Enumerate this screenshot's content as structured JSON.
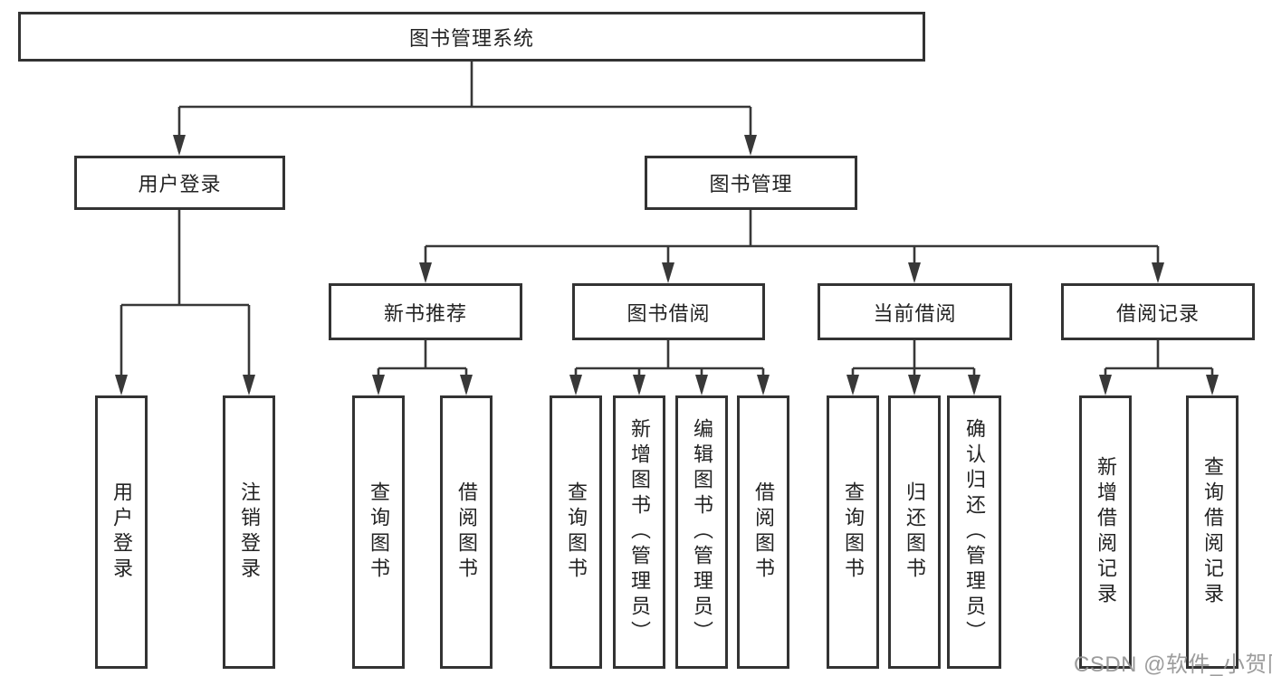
{
  "tree": {
    "label": "图书管理系统",
    "children": [
      {
        "label": "用户登录",
        "children": [
          {
            "label": "用户登录"
          },
          {
            "label": "注销登录"
          }
        ]
      },
      {
        "label": "图书管理",
        "children": [
          {
            "label": "新书推荐",
            "children": [
              {
                "label": "查询图书"
              },
              {
                "label": "借阅图书"
              }
            ]
          },
          {
            "label": "图书借阅",
            "children": [
              {
                "label": "查询图书"
              },
              {
                "label": "新增图书（管理员）"
              },
              {
                "label": "编辑图书（管理员）"
              },
              {
                "label": "借阅图书"
              }
            ]
          },
          {
            "label": "当前借阅",
            "children": [
              {
                "label": "查询图书"
              },
              {
                "label": "归还图书"
              },
              {
                "label": "确认归还（管理员）"
              }
            ]
          },
          {
            "label": "借阅记录",
            "children": [
              {
                "label": "新增借阅记录"
              },
              {
                "label": "查询借阅记录"
              }
            ]
          }
        ]
      }
    ]
  },
  "watermark": {
    "text": "CSDN @软件_小贺同学"
  },
  "colors": {
    "line": "#383838",
    "box_border": "#333333",
    "text": "#232323",
    "watermark": "#949494",
    "background": "#ffffff"
  }
}
